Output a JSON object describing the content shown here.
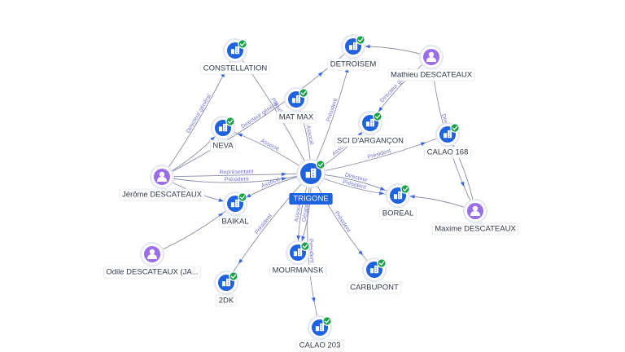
{
  "center": {
    "id": "trigone",
    "label": "TRIGONE"
  },
  "nodes": [
    {
      "id": "trigone",
      "label": "TRIGONE",
      "type": "company",
      "verified": true
    },
    {
      "id": "constellation",
      "label": "CONSTELLATION",
      "type": "company",
      "verified": true
    },
    {
      "id": "detroisem",
      "label": "DETROISEM",
      "type": "company",
      "verified": true
    },
    {
      "id": "mathieu",
      "label": "Mathieu DESCATEAUX",
      "type": "person",
      "verified": false
    },
    {
      "id": "matmax",
      "label": "MAT MAX",
      "type": "company",
      "verified": true
    },
    {
      "id": "neva",
      "label": "NEVA",
      "type": "company",
      "verified": true
    },
    {
      "id": "sci",
      "label": "SCI D'ARGANÇON",
      "type": "company",
      "verified": true
    },
    {
      "id": "calao168",
      "label": "CALAO 168",
      "type": "company",
      "verified": true
    },
    {
      "id": "jerome",
      "label": "Jérôme DESCATEAUX",
      "type": "person",
      "verified": false
    },
    {
      "id": "baikal",
      "label": "BAIKAL",
      "type": "company",
      "verified": true
    },
    {
      "id": "boreal",
      "label": "BOREAL",
      "type": "company",
      "verified": true
    },
    {
      "id": "maxime",
      "label": "Maxime DESCATEAUX",
      "type": "person",
      "verified": false
    },
    {
      "id": "odile",
      "label": "Odile DESCATEAUX (JA...",
      "type": "person",
      "verified": false
    },
    {
      "id": "mourmansk",
      "label": "MOURMANSK",
      "type": "company",
      "verified": true
    },
    {
      "id": "carbupont",
      "label": "CARBUPONT",
      "type": "company",
      "verified": true
    },
    {
      "id": "2dk",
      "label": "2DK",
      "type": "company",
      "verified": true
    },
    {
      "id": "calao203",
      "label": "CALAO 203",
      "type": "company",
      "verified": true
    }
  ],
  "edges": [
    {
      "from": "jerome",
      "to": "constellation",
      "label": "Directeur général"
    },
    {
      "from": "jerome",
      "to": "detroisem",
      "label": "Directeur général"
    },
    {
      "from": "jerome",
      "to": "neva",
      "label": ""
    },
    {
      "from": "jerome",
      "to": "trigone",
      "label": "Président"
    },
    {
      "from": "jerome",
      "to": "trigone",
      "label": "Représentant"
    },
    {
      "from": "jerome",
      "to": "baikal",
      "label": ""
    },
    {
      "from": "odile",
      "to": "baikal",
      "label": ""
    },
    {
      "from": "mathieu",
      "to": "detroisem",
      "label": ""
    },
    {
      "from": "mathieu",
      "to": "maxime",
      "label": "Directeur général"
    },
    {
      "from": "mathieu",
      "to": "sci",
      "label": "Directeur général"
    },
    {
      "from": "maxime",
      "to": "boreal",
      "label": ""
    },
    {
      "from": "maxime",
      "to": "calao168",
      "label": ""
    },
    {
      "from": "trigone",
      "to": "matmax",
      "label": "Associé"
    },
    {
      "from": "trigone",
      "to": "neva",
      "label": "Associé"
    },
    {
      "from": "trigone",
      "to": "detroisem",
      "label": "Président"
    },
    {
      "from": "trigone",
      "to": "constellation",
      "label": "Président"
    },
    {
      "from": "trigone",
      "to": "sci",
      "label": "Associé"
    },
    {
      "from": "trigone",
      "to": "calao168",
      "label": "Président"
    },
    {
      "from": "trigone",
      "to": "boreal",
      "label": "Président"
    },
    {
      "from": "trigone",
      "to": "boreal",
      "label": "Directeur"
    },
    {
      "from": "trigone",
      "to": "baikal",
      "label": "Associé"
    },
    {
      "from": "trigone",
      "to": "mourmansk",
      "label": "Associé"
    },
    {
      "from": "trigone",
      "to": "mourmansk",
      "label": "Gérant"
    },
    {
      "from": "trigone",
      "to": "carbupont",
      "label": "Président"
    },
    {
      "from": "trigone",
      "to": "2dk",
      "label": "Président"
    },
    {
      "from": "trigone",
      "to": "calao203",
      "label": "Président"
    }
  ]
}
